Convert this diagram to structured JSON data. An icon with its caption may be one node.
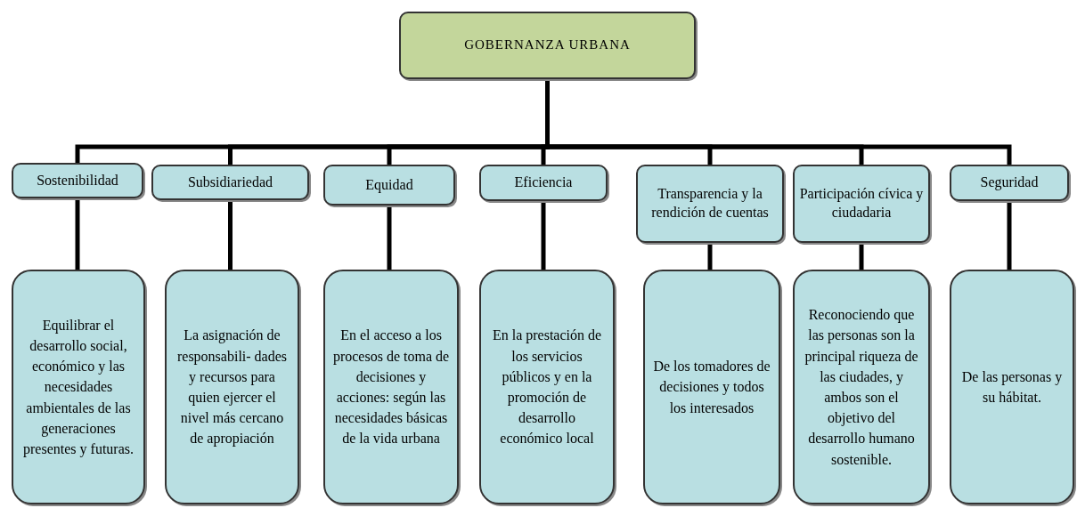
{
  "diagram": {
    "nodes": [
      {
        "text": [
          "GOBERNANZA URBANA"
        ]
      },
      {
        "text": [
          "Sostenibilidad"
        ]
      },
      {
        "text": [
          "Subsidiariedad"
        ]
      },
      {
        "text": [
          "Equidad"
        ]
      },
      {
        "text": [
          "Eficiencia"
        ]
      },
      {
        "text": [
          "Transparencia y la rendición de cuentas"
        ]
      },
      {
        "text": [
          "Participación cívica y ciudadaria"
        ]
      },
      {
        "text": [
          "Seguridad"
        ]
      },
      {
        "text": [
          "Equilibrar el desarrollo social, económico y las necesidades ambientales de las generaciones presentes y futuras."
        ]
      },
      {
        "text": [
          "La asignación de responsabili- dades y recursos para quien ejercer el nivel más cercano de apropiación"
        ]
      },
      {
        "text": [
          "En el acceso a los procesos de toma de decisiones y acciones: según las necesidades básicas de la vida urbana"
        ]
      },
      {
        "text": [
          "En la prestación de los servicios públicos y en la promoción de desarrollo económico local"
        ]
      },
      {
        "text": [
          "De los tomadores de decisiones y todos los interesados"
        ]
      },
      {
        "text": [
          "Reconociendo que las personas son la principal riqueza de las ciudades, y ambos son el objetivo del desarrollo humano sostenible."
        ]
      },
      {
        "text": [
          "De las personas y su hábitat."
        ]
      }
    ],
    "edges": [
      {
        "from": 0,
        "to": 1,
        "arrow": "none"
      },
      {
        "from": 0,
        "to": 2,
        "arrow": "none"
      },
      {
        "from": 0,
        "to": 3,
        "arrow": "none"
      },
      {
        "from": 0,
        "to": 4,
        "arrow": "none"
      },
      {
        "from": 0,
        "to": 5,
        "arrow": "none"
      },
      {
        "from": 0,
        "to": 6,
        "arrow": "none"
      },
      {
        "from": 0,
        "to": 7,
        "arrow": "none"
      },
      {
        "from": 1,
        "to": 8,
        "arrow": "none"
      },
      {
        "from": 2,
        "to": 9,
        "arrow": "none"
      },
      {
        "from": 3,
        "to": 10,
        "arrow": "none"
      },
      {
        "from": 4,
        "to": 11,
        "arrow": "none"
      },
      {
        "from": 5,
        "to": 12,
        "arrow": "none"
      },
      {
        "from": 6,
        "to": 13,
        "arrow": "none"
      },
      {
        "from": 7,
        "to": 14,
        "arrow": "none"
      }
    ]
  }
}
